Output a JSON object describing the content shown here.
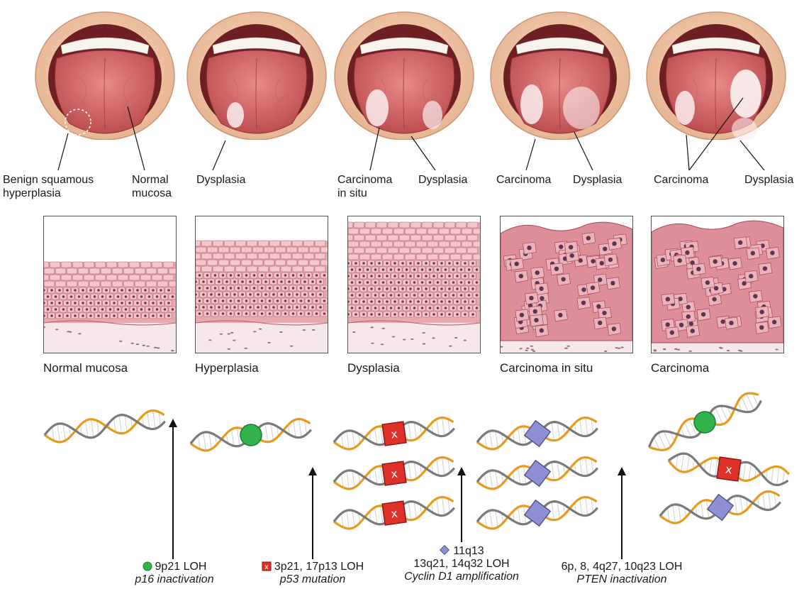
{
  "mouth_annotations": {
    "m1_a": "Benign squamous",
    "m1_b": "hyperplasia",
    "m1_c": "Normal",
    "m1_d": "mucosa",
    "m2_a": "Dysplasia",
    "m3_a": "Carcinoma",
    "m3_b": "in situ",
    "m3_c": "Dysplasia",
    "m4_a": "Carcinoma",
    "m4_b": "Dysplasia",
    "m5_a": "Carcinoma",
    "m5_b": "Dysplasia"
  },
  "histology_labels": [
    "Normal mucosa",
    "Hyperplasia",
    "Dysplasia",
    "Carcinoma in situ",
    "Carcinoma"
  ],
  "genetic_events": [
    {
      "line1": "9p21 LOH",
      "line2": "p16 inactivation"
    },
    {
      "line1": "3p21, 17p13 LOH",
      "line2": "p53 mutation"
    },
    {
      "line0": "11q13",
      "line1": "13q21, 14q32 LOH",
      "line2": "Cyclin D1 amplification"
    },
    {
      "line1": "6p, 8, 4q27, 10q23 LOH",
      "line2": "PTEN inactivation"
    }
  ],
  "colors": {
    "green_circle": "#2fb34a",
    "red_square": "#e0302a",
    "purple_diamond": "#8f8fd6",
    "helix_orange": "#e89a1c",
    "helix_gray": "#7a7a7a",
    "tissue_pink": "#d98a93"
  }
}
